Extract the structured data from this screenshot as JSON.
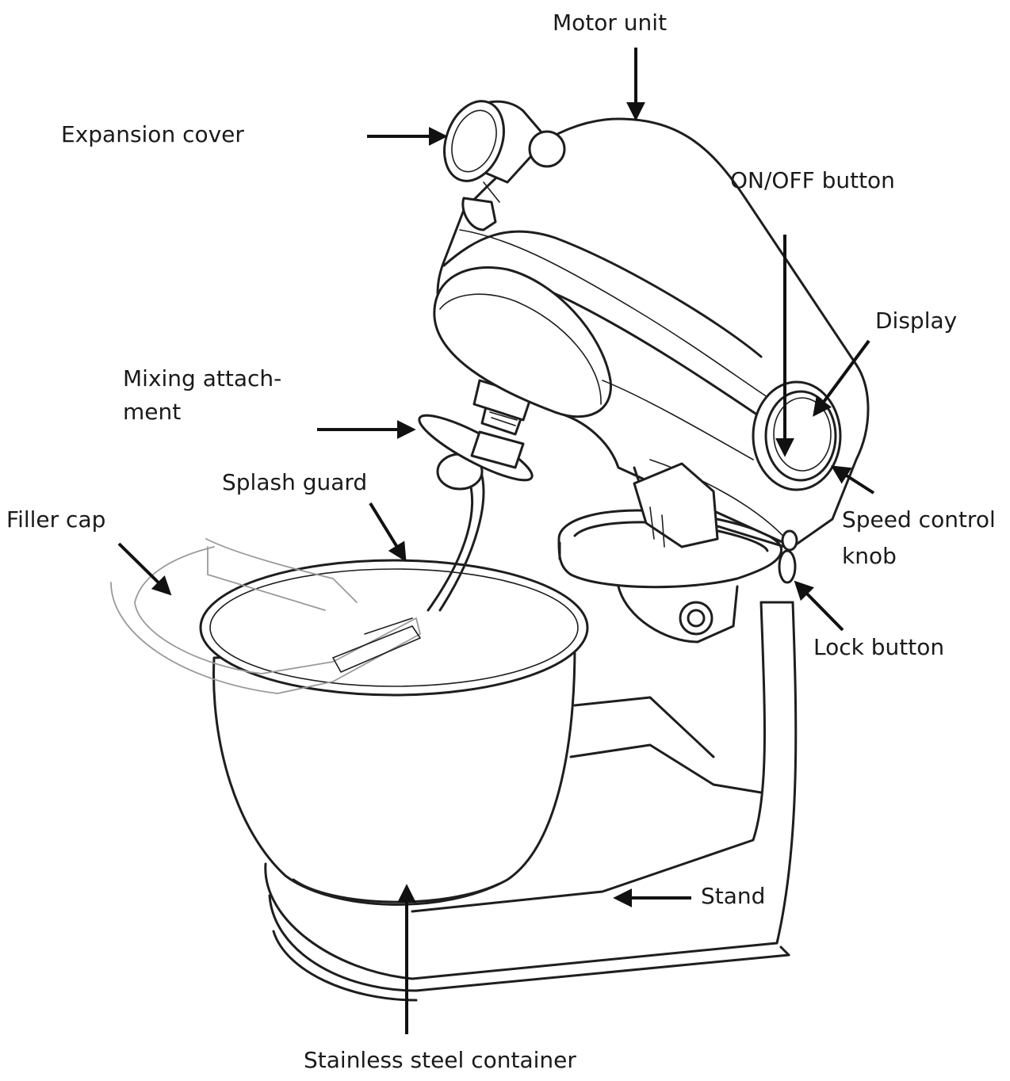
{
  "labels": {
    "motor_unit": "Motor unit",
    "expansion_cover": "Expansion cover",
    "on_off_button": "ON/OFF button",
    "display": "Display",
    "mixing_attachment_line1": "Mixing attach-",
    "mixing_attachment_line2": "ment",
    "splash_guard": "Splash guard",
    "filler_cap": "Filler cap",
    "speed_control_knob_line1": "Speed control",
    "speed_control_knob_line2": "knob",
    "lock_button": "Lock button",
    "stand": "Stand",
    "stainless_steel_container": "Stainless steel container"
  },
  "colors": {
    "line": "#1e1e1e",
    "background": "#ffffff"
  }
}
